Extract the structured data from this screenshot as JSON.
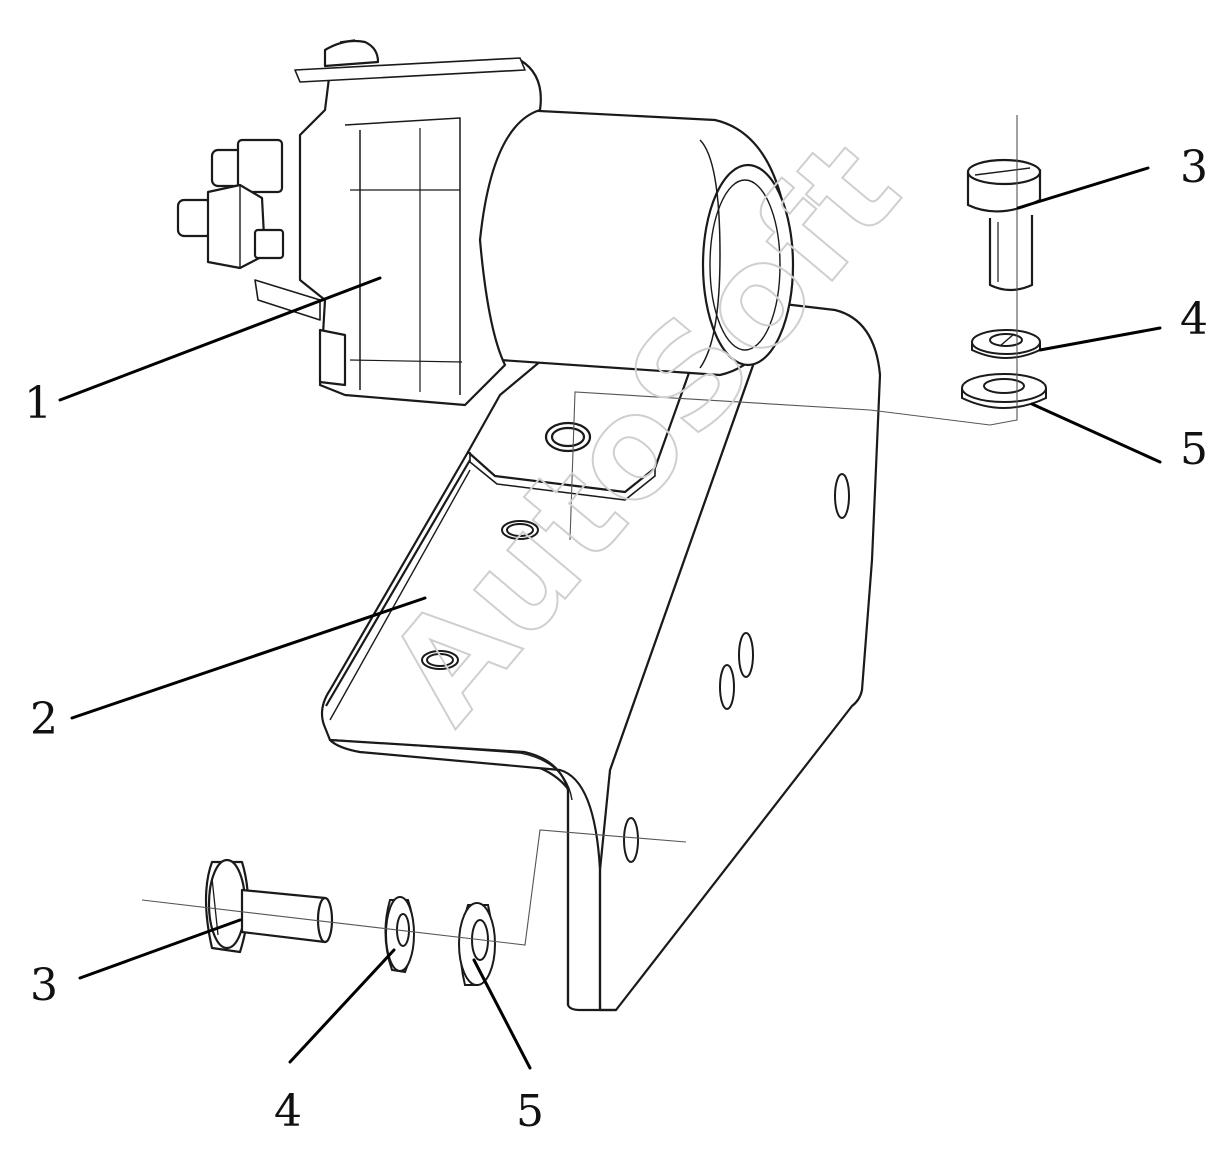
{
  "diagram": {
    "watermark": "AutoSoft",
    "callouts": [
      {
        "label": "1"
      },
      {
        "label": "2"
      },
      {
        "label": "3"
      },
      {
        "label": "4"
      },
      {
        "label": "5"
      },
      {
        "label": "3"
      },
      {
        "label": "4"
      },
      {
        "label": "5"
      }
    ],
    "colors": {
      "line": "#1a1a1a",
      "thin": "#555555",
      "leader": "#000000",
      "watermark": "#cfcfcf"
    }
  }
}
